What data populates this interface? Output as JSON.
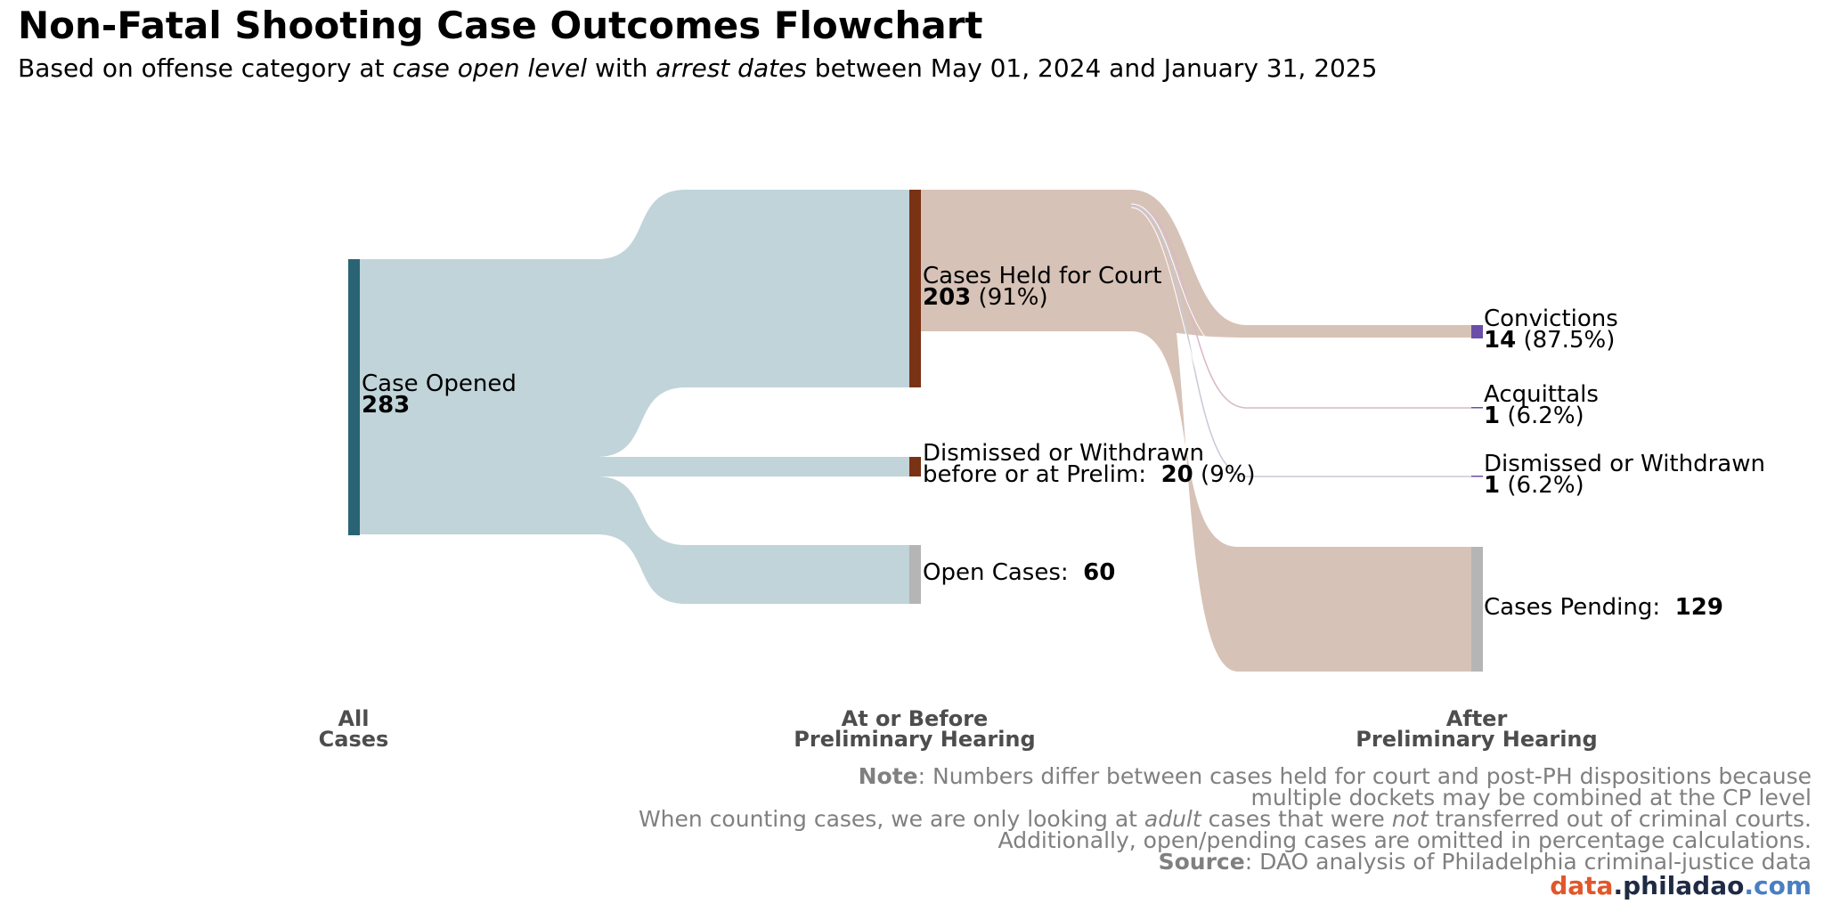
{
  "header": {
    "title": "Non-Fatal Shooting Case Outcomes Flowchart",
    "subtitle_pre": "Based on offense category at ",
    "subtitle_em1": "case open level",
    "subtitle_mid": " with ",
    "subtitle_em2": "arrest dates",
    "subtitle_post": " between May 01, 2024 and January 31, 2025"
  },
  "colors": {
    "opened_bar": "#2a6474",
    "opened_flow": "#c0d4d9",
    "prelim_bar": "#7a3214",
    "held_flow": "#d7c2b7",
    "open_cases_bar": "#b5b5b5",
    "conviction_bar": "#6a4fa8",
    "pending_bar": "#b5b5b5"
  },
  "nodes": {
    "opened": {
      "label": "Case Opened",
      "value": "283"
    },
    "held": {
      "label": "Cases Held for Court",
      "value": "203",
      "pct": " (91%)"
    },
    "dismissed_pre": {
      "label1": "Dismissed or Withdrawn",
      "label2": "before or at Prelim:  ",
      "value": "20",
      "pct": " (9%)"
    },
    "open_cases": {
      "label": "Open Cases:  ",
      "value": "60"
    },
    "convictions": {
      "label": "Convictions",
      "value": "14",
      "pct": " (87.5%)"
    },
    "acquittals": {
      "label": "Acquittals",
      "value": "1",
      "pct": " (6.2%)"
    },
    "dismissed_post": {
      "label": "Dismissed or Withdrawn",
      "value": "1",
      "pct": " (6.2%)"
    },
    "pending": {
      "label": "Cases Pending:  ",
      "value": "129"
    }
  },
  "stages": [
    {
      "line1": "All",
      "line2": "Cases"
    },
    {
      "line1": "At or Before",
      "line2": "Preliminary Hearing"
    },
    {
      "line1": "After",
      "line2": "Preliminary Hearing"
    }
  ],
  "notes": {
    "note_label": "Note",
    "note_line1": ": Numbers differ between cases held for court and post-PH dispositions because",
    "note_line2": "multiple dockets may be combined at the CP level",
    "adult_pre": "When counting cases, we are only looking at ",
    "adult_em": "adult",
    "adult_mid": " cases that were ",
    "adult_em2": "not",
    "adult_post": " transferred out of criminal courts.",
    "open_line": "Additionally, open/pending cases are omitted in percentage calculations.",
    "source_label": "Source",
    "source_text": ": DAO analysis of Philadelphia criminal-justice data"
  },
  "brand": {
    "part1": "data",
    "part2": ".philadao",
    "part3": ".com"
  }
}
